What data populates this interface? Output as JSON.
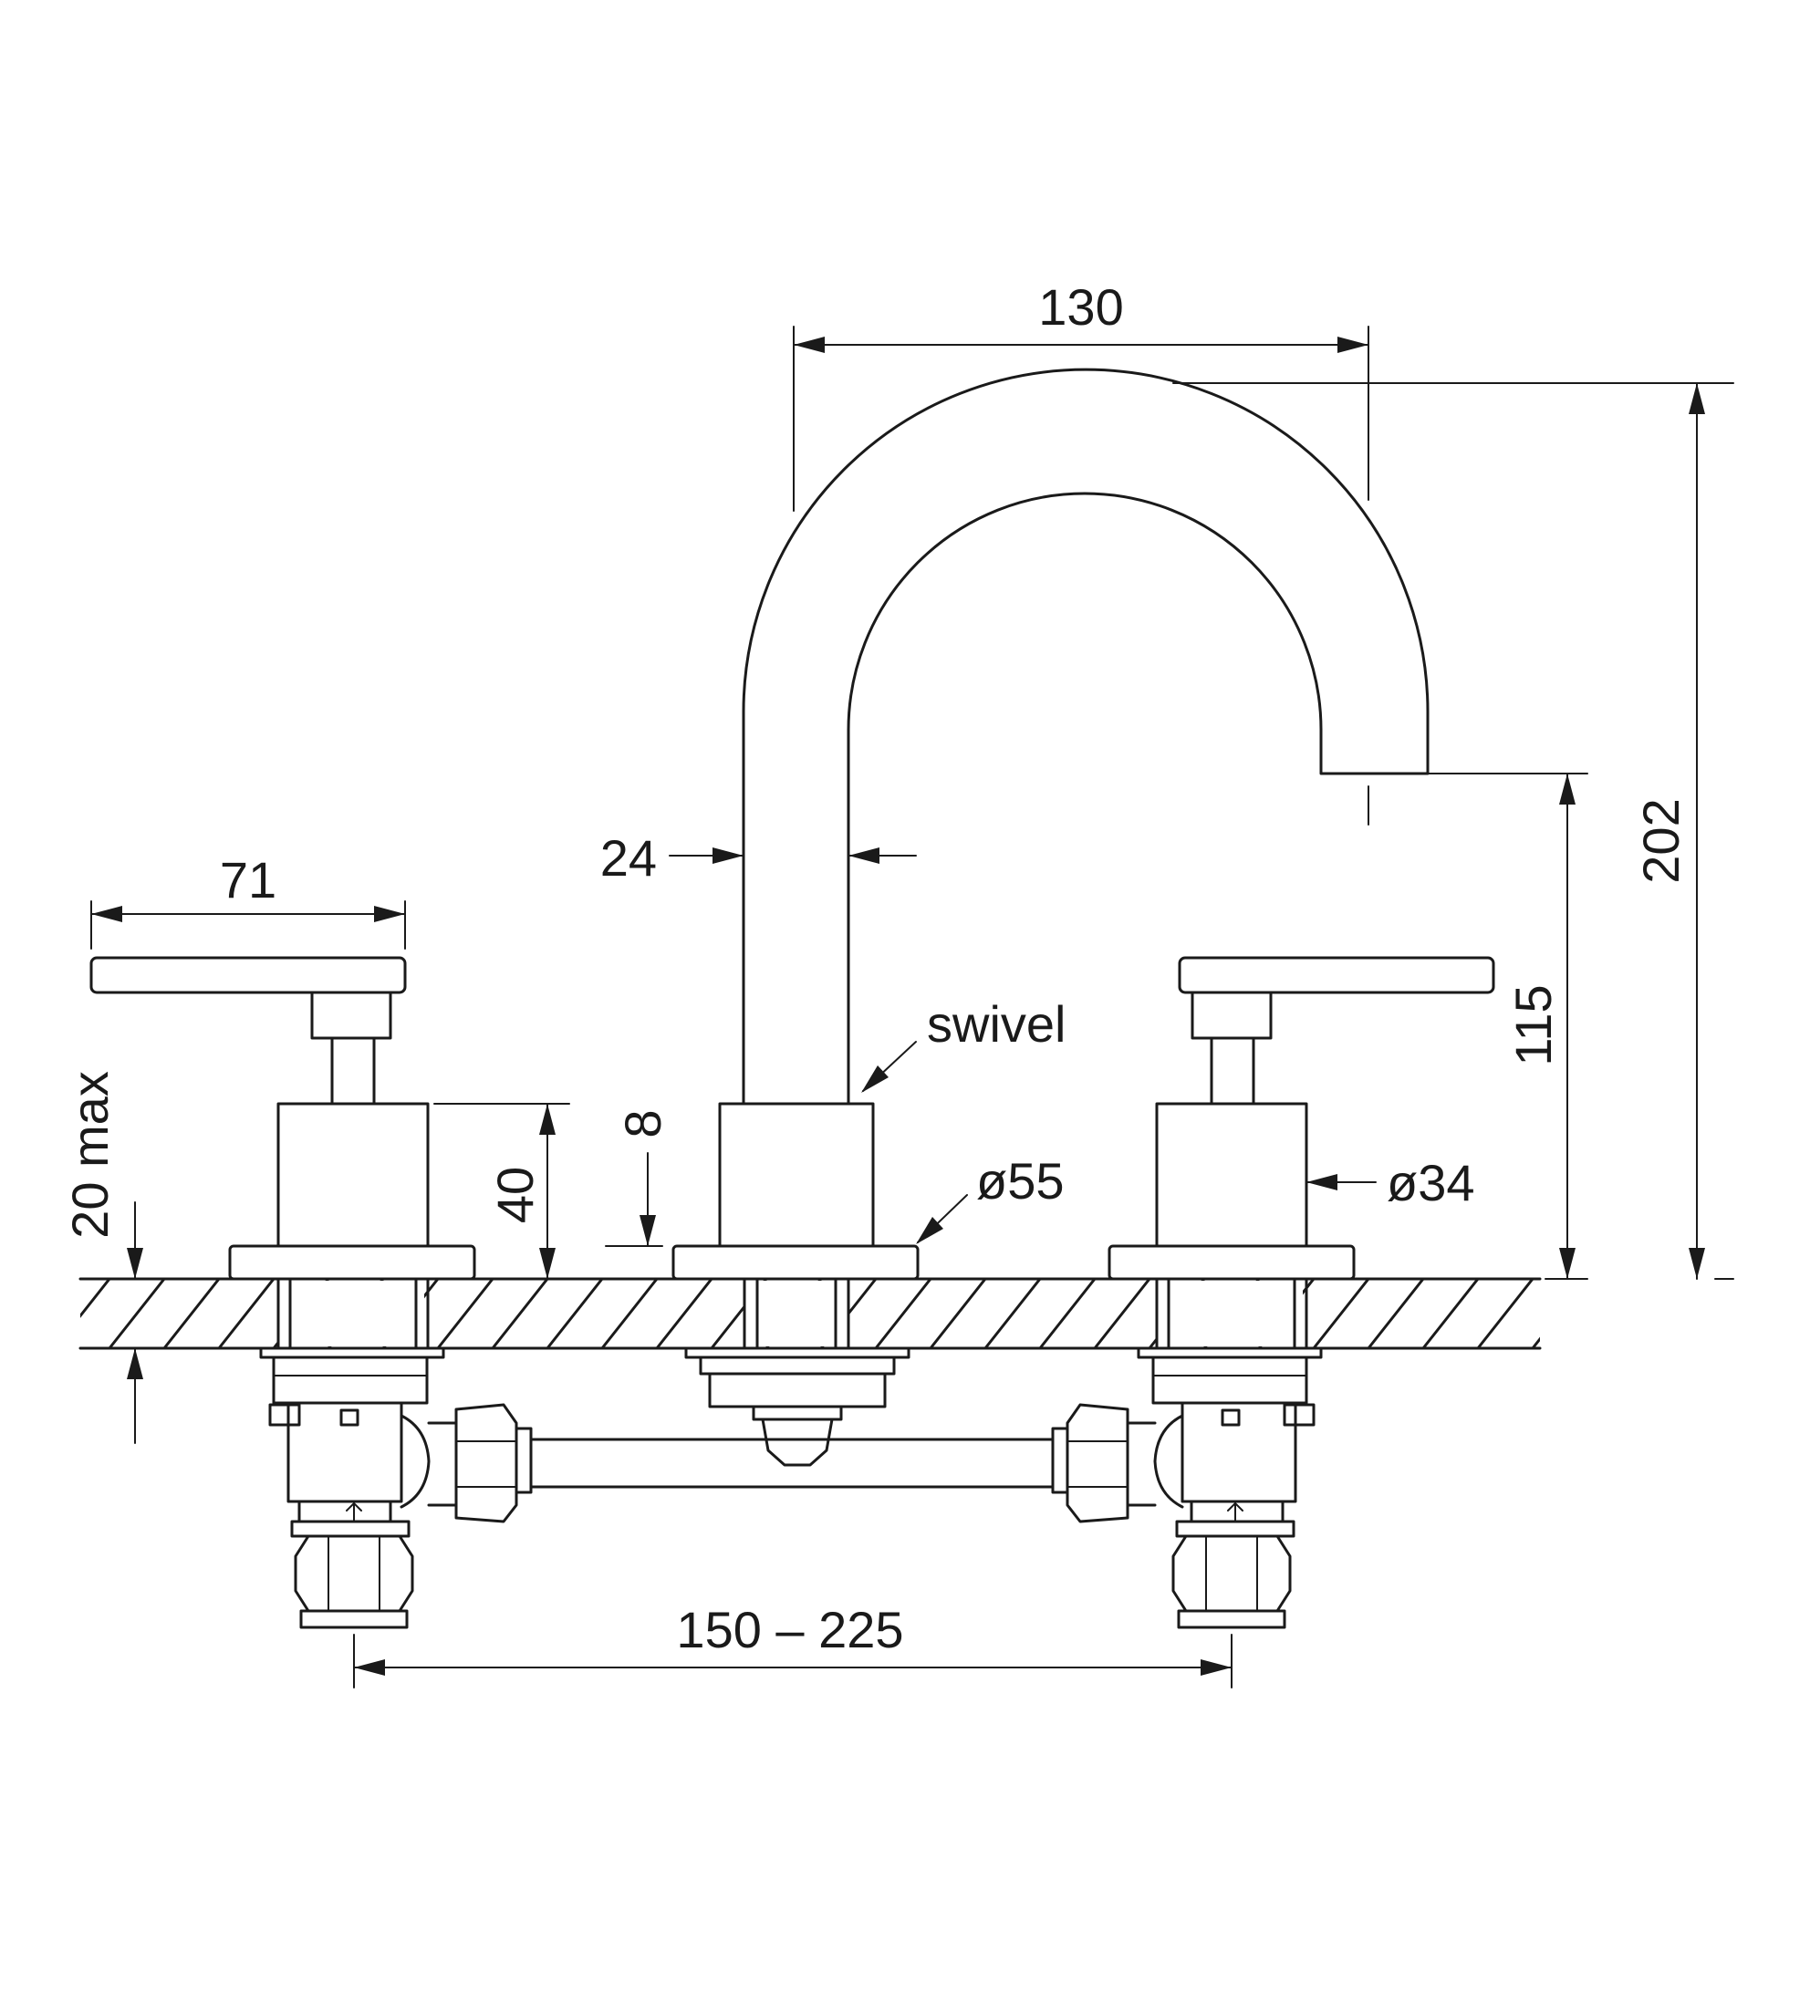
{
  "dimensions": {
    "spout_reach": "130",
    "overall_height": "202",
    "outlet_height": "115",
    "spout_diameter": "24",
    "handle_length": "71",
    "body_height": "40",
    "flange_height": "8",
    "deck_thickness": "20 max",
    "spout_base_diameter": "ø55",
    "valve_body_diameter": "ø34",
    "centres": "150 – 225"
  },
  "notes": {
    "swivel": "swivel"
  },
  "colors": {
    "line": "#1a1a1a",
    "background": "#ffffff"
  }
}
